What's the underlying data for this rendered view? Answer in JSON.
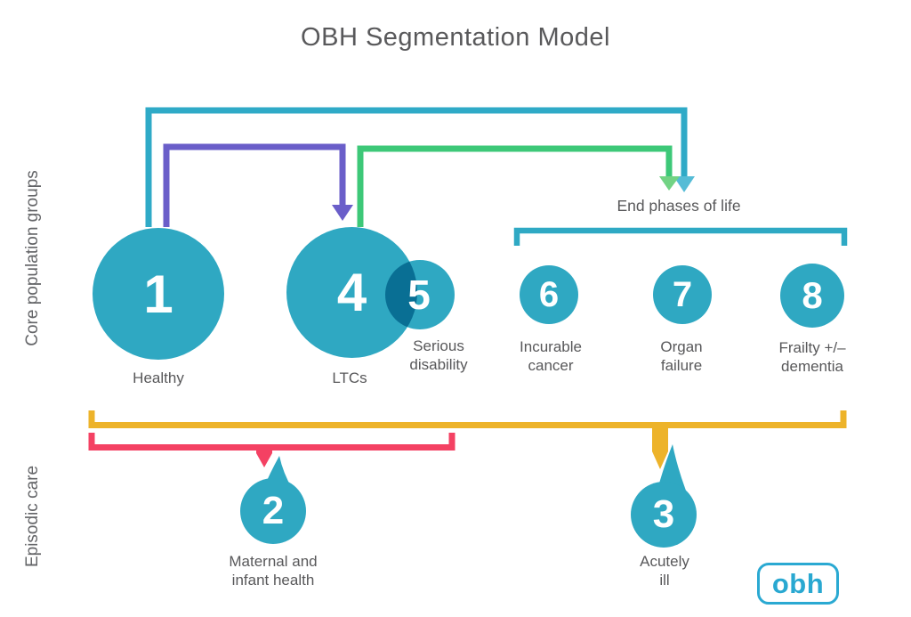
{
  "title": "OBH Segmentation Model",
  "side_labels": {
    "core_population": "Core population groups",
    "episodic_care": "Episodic care"
  },
  "end_phases_label": "End phases of life",
  "circles": {
    "c1": {
      "number": "1",
      "label": "Healthy"
    },
    "c2": {
      "number": "2",
      "label_line1": "Maternal and",
      "label_line2": "infant health"
    },
    "c3": {
      "number": "3",
      "label_line1": "Acutely",
      "label_line2": "ill"
    },
    "c4": {
      "number": "4",
      "label": "LTCs"
    },
    "c5": {
      "number": "5",
      "label_line1": "Serious",
      "label_line2": "disability"
    },
    "c6": {
      "number": "6",
      "label_line1": "Incurable",
      "label_line2": "cancer"
    },
    "c7": {
      "number": "7",
      "label_line1": "Organ",
      "label_line2": "failure"
    },
    "c8": {
      "number": "8",
      "label_line1": "Frailty +/–",
      "label_line2": "dementia"
    }
  },
  "logo": {
    "text": "obh"
  },
  "colors": {
    "circle_teal": "#2fa8c2",
    "overlap_teal": "#0a6e91",
    "arrow_teal": "#2faac7",
    "arrow_teal_head": "#55bcd6",
    "arrow_purple": "#6a5ec9",
    "arrow_green": "#3dc878",
    "arrow_green_head": "#72d384",
    "bracket_teal": "#2fa9c4",
    "bracket_yellow": "#edb32a",
    "bracket_pink": "#f44163",
    "text_gray": "#58585a",
    "logo_cyan": "#2aa9d2"
  }
}
